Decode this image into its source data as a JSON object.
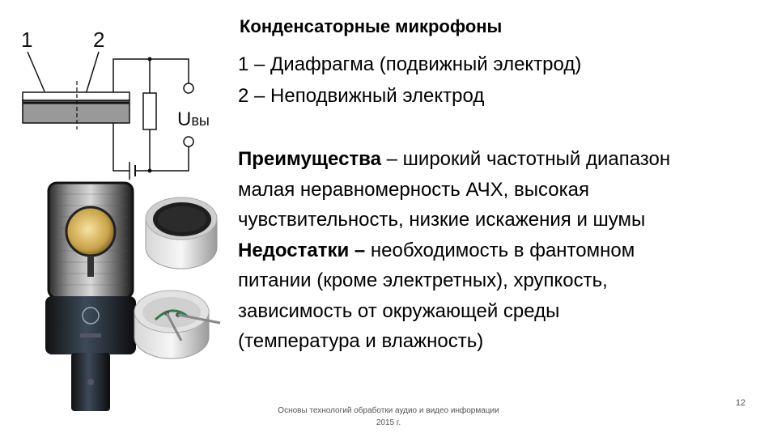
{
  "slide": {
    "title": "Конденсаторные микрофоны",
    "legend": [
      "1 – Диафрагма (подвижный электрод)",
      "2 – Неподвижный электрод"
    ],
    "advantages": {
      "label": "Преимущества",
      "dash": " – ",
      "line1": "широкий частотный диапазон",
      "line2": "малая неравномерность АЧХ, высокая",
      "line3": "чувствительность, низкие искажения и шумы"
    },
    "disadvantages": {
      "label": "Недостатки –",
      "line1": " необходимость в фантомном",
      "line2": "питании (кроме электретных), хрупкость,",
      "line3": "зависимость от окружающей среды",
      "line4": "(температура и влажность)"
    },
    "footer": {
      "line1": "Основы технологий обработки аудио и видео информации",
      "line2": "2015 г."
    },
    "page_number": "12"
  },
  "diagram": {
    "label_1": "1",
    "label_2": "2",
    "output_label_main": "U",
    "output_label_sub": "вы"
  }
}
